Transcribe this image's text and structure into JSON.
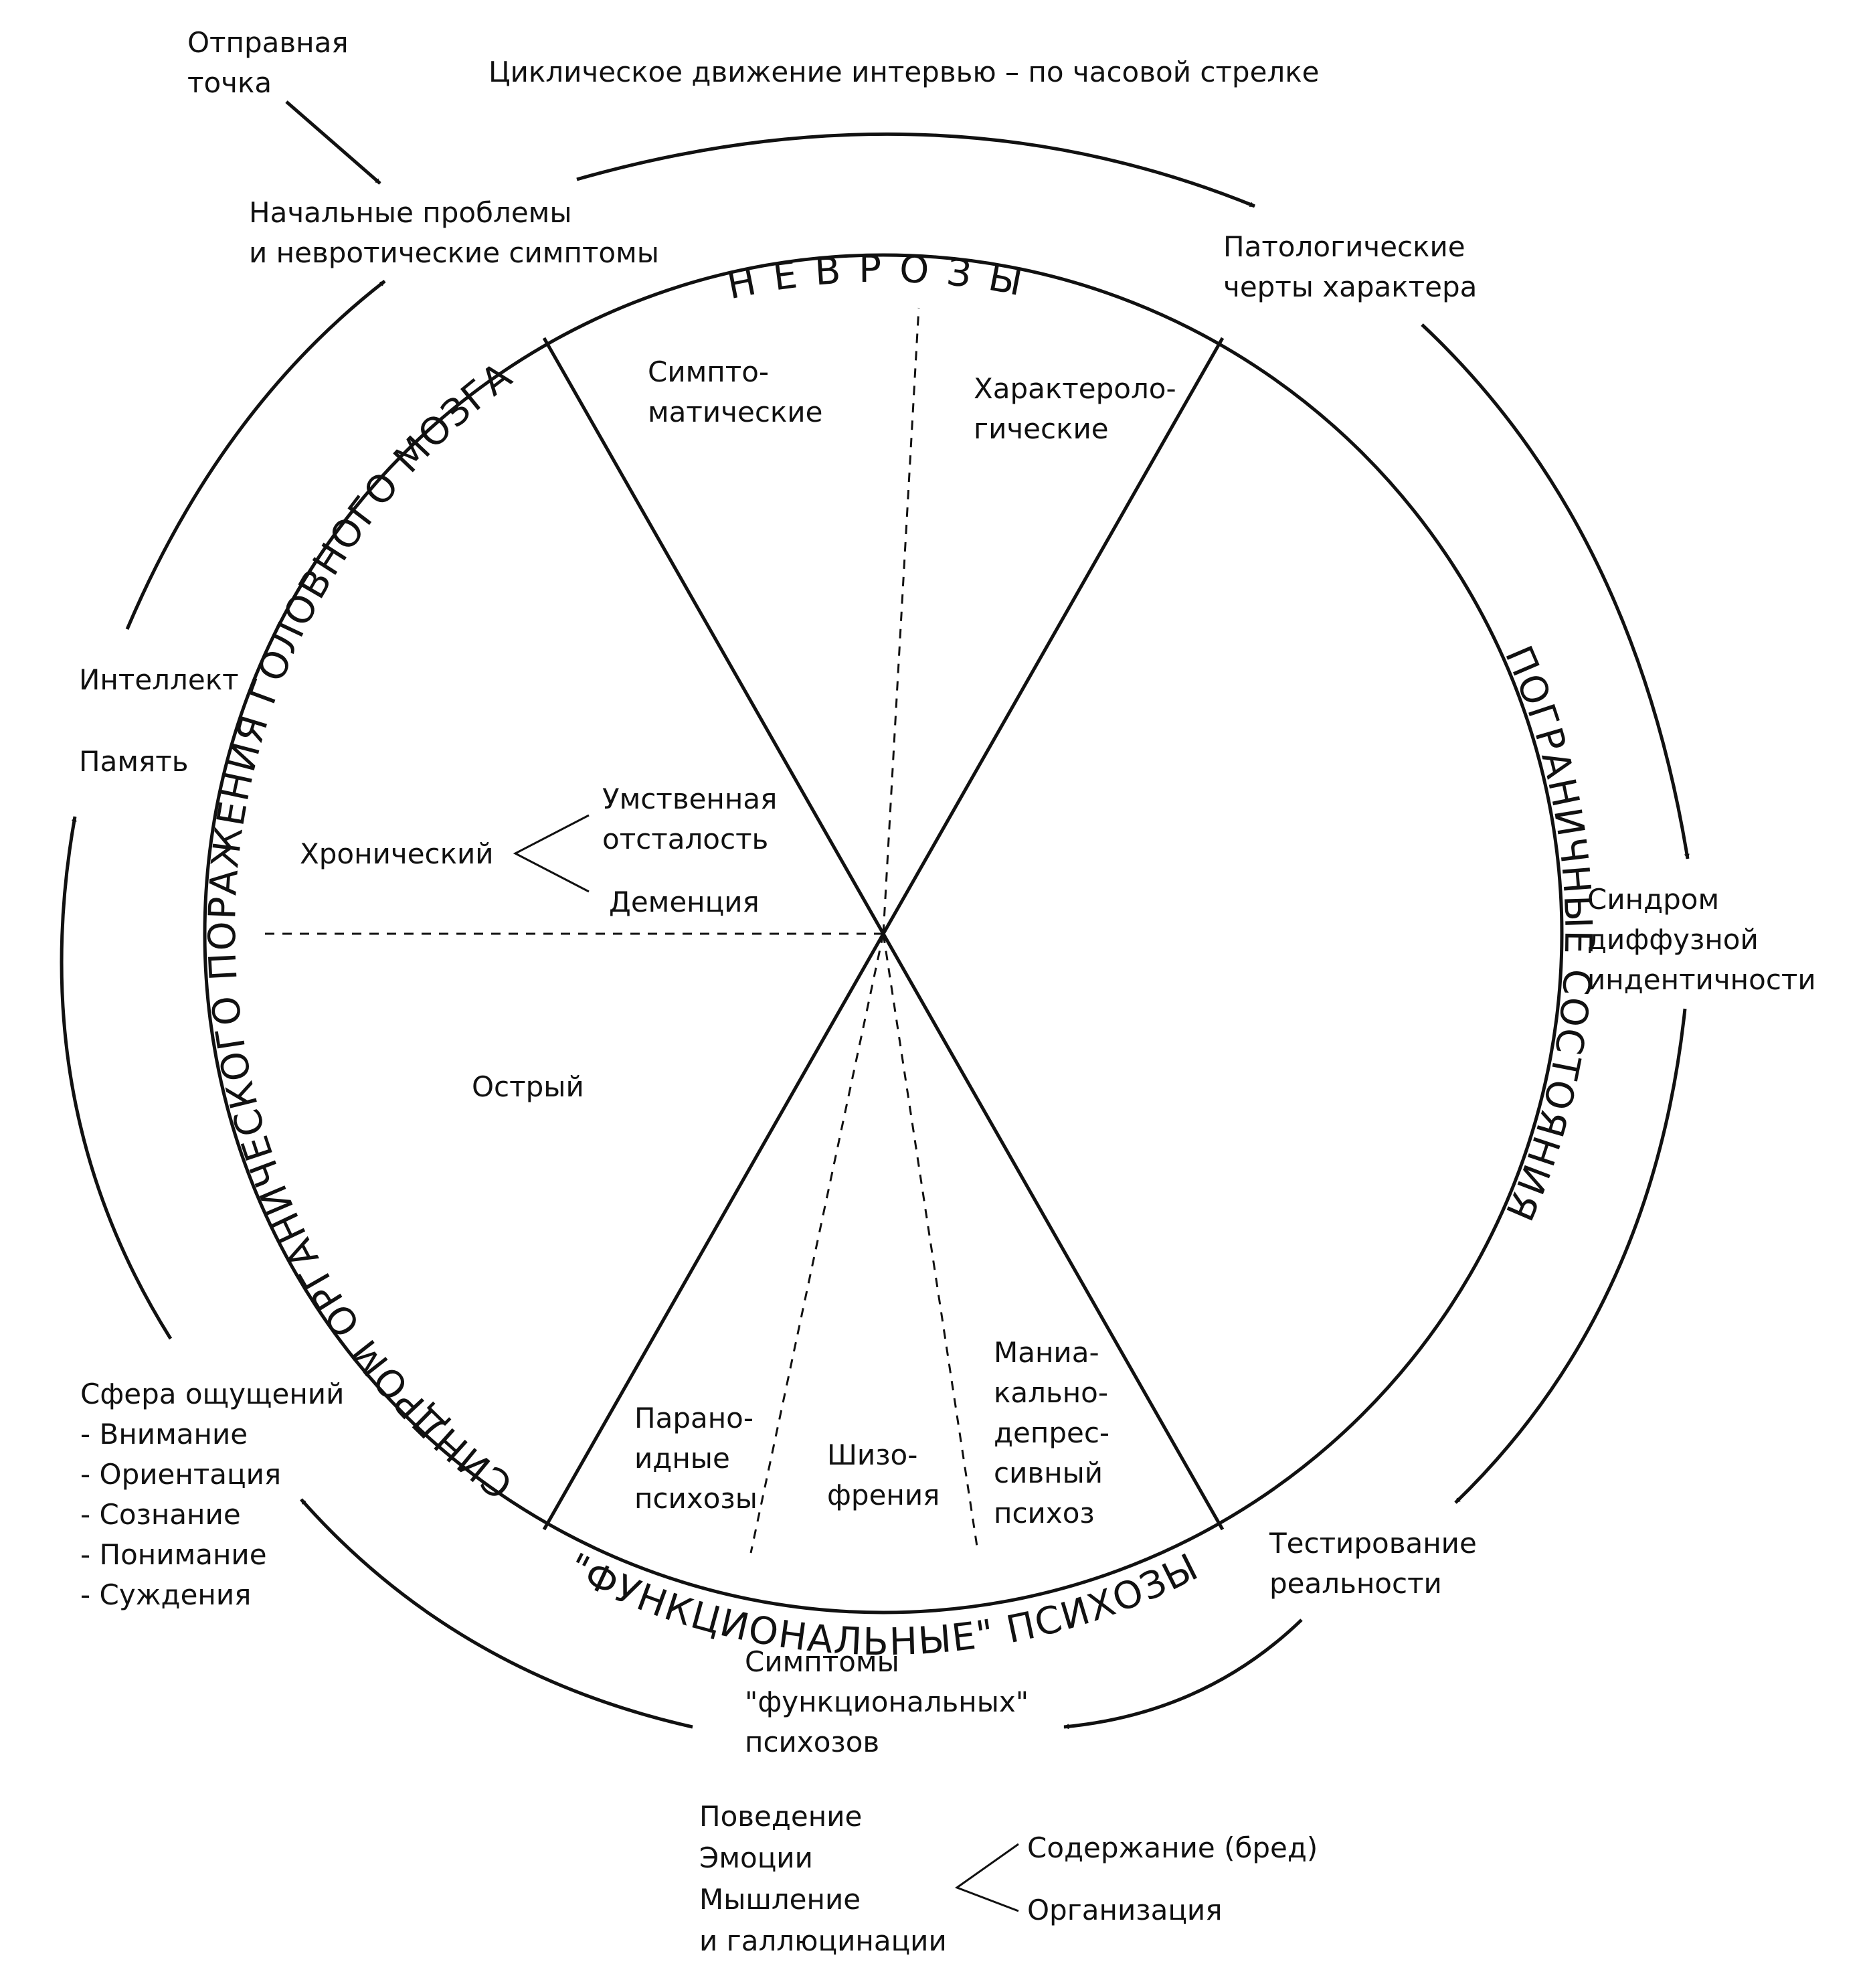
{
  "header": {
    "start_point": [
      "Отправная",
      "точка"
    ],
    "cycle_direction": "Циклическое движение интервью – по часовой стрелке"
  },
  "nodes": {
    "initial_problems": [
      "Начальные проблемы",
      "и невротические симптомы"
    ],
    "pathological_traits": [
      "Патологические",
      "черты характера"
    ],
    "diffuse_identity": [
      "Синдром",
      "диффузной",
      "индентичности"
    ],
    "reality_testing": [
      "Тестирование",
      "реальности"
    ],
    "functional_symptoms": [
      "Симптомы",
      "\"функциональных\"",
      "психозов"
    ],
    "intellect": "Интеллект",
    "memory": "Память",
    "sensorium": {
      "title": "Сфера ощущений",
      "items": [
        "- Внимание",
        "- Ориентация",
        "- Сознание",
        "- Понимание",
        "- Суждения"
      ]
    },
    "behavior": [
      "Поведение",
      "Эмоции",
      "Мышление",
      "и галлюцинации"
    ],
    "thought_branches": [
      "Содержание (бред)",
      "Организация"
    ]
  },
  "circle": {
    "arc_labels": {
      "neuroses": "НЕВРОЗЫ",
      "borderline": "ПОГРАНИЧНЫЕ СОСТОЯНИЯ",
      "functional_psychoses": "\"ФУНКЦИОНАЛЬНЫЕ\" ПСИХОЗЫ",
      "organic": "СИНДРОМ ОРГАНИЧЕСКОГО ПОРАЖЕНИЯ ГОЛОВНОГО МОЗГА"
    },
    "sectors": {
      "symptomatic": [
        "Симпто-",
        "матические"
      ],
      "characterological": [
        "Характероло-",
        "гические"
      ],
      "chronic": "Хронический",
      "retardation": [
        "Умственная",
        "отсталость"
      ],
      "dementia": "Деменция",
      "acute": "Острый",
      "paranoid": [
        "Парано-",
        "идные",
        "психозы"
      ],
      "schizophrenia": [
        "Шизо-",
        "френия"
      ],
      "manic_depressive": [
        "Маниа-",
        "кально-",
        "депрес-",
        "сивный",
        "психоз"
      ]
    }
  }
}
